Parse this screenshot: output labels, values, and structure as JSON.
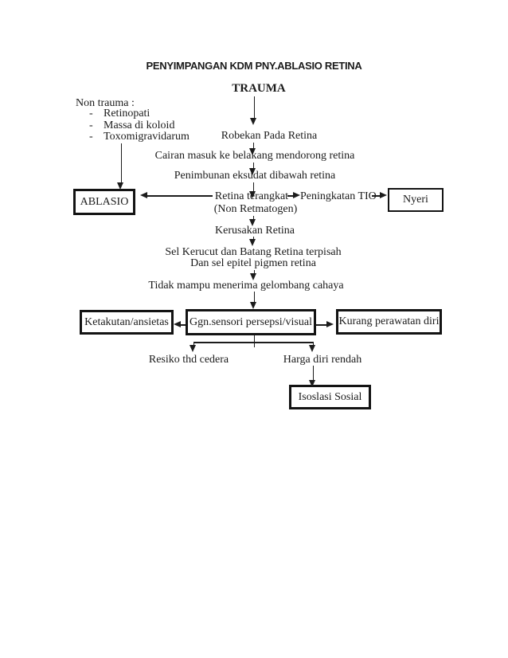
{
  "title": "PENYIMPANGAN KDM PNY.ABLASIO RETINA",
  "colors": {
    "ink": "#1b1b1b",
    "page_bg": "#ffffff"
  },
  "flowchart": {
    "non_trauma": {
      "heading": "Non trauma :",
      "bullet": "-",
      "items": [
        "Retinopati",
        "Massa di koloid",
        "Toxomigravidarum"
      ]
    },
    "nodes": {
      "trauma": "TRAUMA",
      "robekan": "Robekan Pada Retina",
      "cairan": "Cairan masuk ke belakang mendorong retina",
      "penimbunan": "Penimbunan eksudat dibawah retina",
      "retina_terangkat": "Retina terangkat",
      "retina_terangkat_sub": "(Non Retmatogen)",
      "peningkatan_tio": "Peningkatan TIO",
      "ablasio": "ABLASIO",
      "nyeri": "Nyeri",
      "kerusakan": "Kerusakan Retina",
      "sel_kerucut_line1": "Sel Kerucut dan Batang Retina terpisah",
      "sel_kerucut_line2": "Dan sel epitel pigmen retina",
      "tidak_mampu": "Tidak mampu menerima gelombang cahaya",
      "ketakutan": "Ketakutan/ansietas",
      "ggn_sensori": "Ggn.sensori persepsi/visual",
      "kurang_perawatan": "Kurang perawatan diri",
      "resiko": "Resiko thd cedera",
      "harga_diri": "Harga diri rendah",
      "isolasi": "Isoslasi Sosial"
    },
    "edges": [
      {
        "from": "TRAUMA",
        "to": "Robekan Pada Retina"
      },
      {
        "from": "Non trauma list",
        "to": "ABLASIO"
      },
      {
        "from": "Robekan Pada Retina",
        "to": "Cairan masuk ke belakang mendorong retina"
      },
      {
        "from": "Cairan masuk ke belakang mendorong retina",
        "to": "Penimbunan eksudat dibawah retina"
      },
      {
        "from": "Penimbunan eksudat dibawah retina",
        "to": "Retina terangkat (Non Retmatogen)"
      },
      {
        "from": "Retina terangkat (Non Retmatogen)",
        "to": "ABLASIO"
      },
      {
        "from": "Retina terangkat (Non Retmatogen)",
        "to": "Peningkatan TIO"
      },
      {
        "from": "Peningkatan TIO",
        "to": "Nyeri"
      },
      {
        "from": "Retina terangkat (Non Retmatogen)",
        "to": "Kerusakan Retina"
      },
      {
        "from": "Kerusakan Retina",
        "to": "Sel Kerucut dan Batang Retina terpisah Dan sel epitel pigmen retina"
      },
      {
        "from": "Sel Kerucut dan Batang Retina terpisah Dan sel epitel pigmen retina",
        "to": "Tidak mampu menerima gelombang cahaya"
      },
      {
        "from": "Tidak mampu menerima gelombang cahaya",
        "to": "Ggn.sensori persepsi/visual"
      },
      {
        "from": "Ggn.sensori persepsi/visual",
        "to": "Ketakutan/ansietas"
      },
      {
        "from": "Ggn.sensori persepsi/visual",
        "to": "Kurang perawatan diri"
      },
      {
        "from": "Ggn.sensori persepsi/visual",
        "to": "Resiko thd cedera"
      },
      {
        "from": "Ggn.sensori persepsi/visual",
        "to": "Harga diri rendah"
      },
      {
        "from": "Harga diri rendah",
        "to": "Isoslasi Sosial"
      }
    ]
  }
}
